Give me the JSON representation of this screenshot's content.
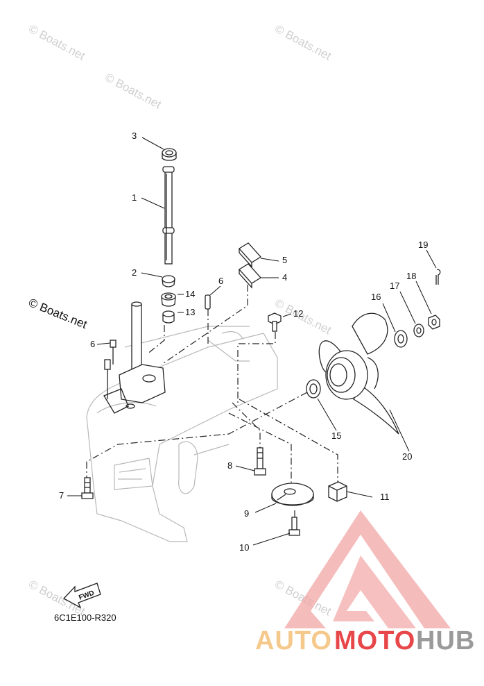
{
  "watermarks": [
    "© Boats.net",
    "© Boats.net",
    "© Boats.net",
    "© Boats.net",
    "© Boats.net",
    "© Boats.net",
    "© Boats.net"
  ],
  "callouts": {
    "p1": "1",
    "p2": "2",
    "p3": "3",
    "p4": "4",
    "p5": "5",
    "p6a": "6",
    "p6b": "6",
    "p7": "7",
    "p8": "8",
    "p9": "9",
    "p10": "10",
    "p11": "11",
    "p12": "12",
    "p13": "13",
    "p14": "14",
    "p15": "15",
    "p16": "16",
    "p17": "17",
    "p18": "18",
    "p19": "19",
    "p20": "20"
  },
  "fwd_label": "FWD",
  "diagram_code": "6C1E100-R320",
  "brand": {
    "part1": "AUTO",
    "part2": "MOTO",
    "part3": "HUB",
    "color_light": "#f5c98c",
    "color_red": "#e8474a",
    "color_gray": "#9a9a9a"
  }
}
